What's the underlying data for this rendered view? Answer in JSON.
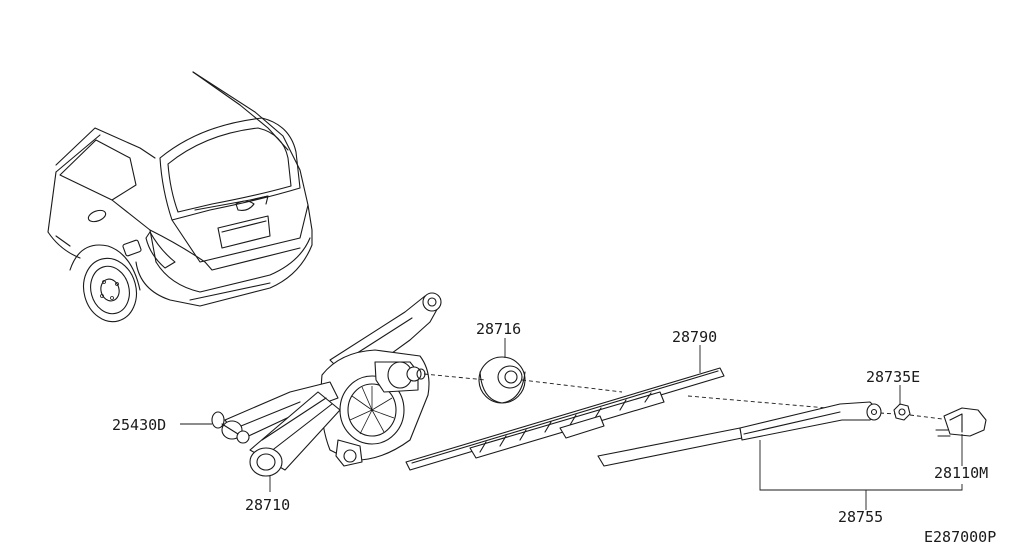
{
  "diagram": {
    "parts": [
      {
        "id": "p_28716",
        "label": "28716"
      },
      {
        "id": "p_28790",
        "label": "28790"
      },
      {
        "id": "p_28735E",
        "label": "28735E"
      },
      {
        "id": "p_25430D",
        "label": "25430D"
      },
      {
        "id": "p_28710",
        "label": "28710"
      },
      {
        "id": "p_28110M",
        "label": "28110M"
      },
      {
        "id": "p_28755",
        "label": "28755"
      }
    ],
    "diagram_code": "E287000P"
  }
}
